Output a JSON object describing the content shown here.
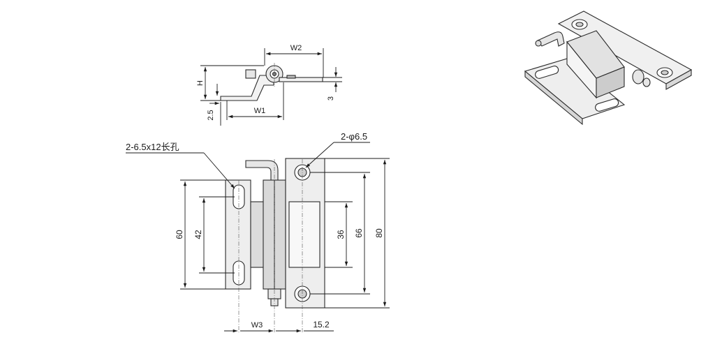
{
  "top_view": {
    "w2": "W2",
    "h": "H",
    "thickness": "3",
    "w1": "W1",
    "offset": "2.5"
  },
  "front_view": {
    "slot_note": "2-6.5x12长孔",
    "hole_note": "2-φ6.5",
    "left_span": "60",
    "slot_spacing": "42",
    "window_height": "36",
    "hole_spacing": "66",
    "total_height": "80",
    "w3": "W3",
    "pin_offset": "15.2"
  },
  "colors": {
    "line": "#1a1a1a",
    "leaf_fill": "#eeeeee",
    "knuckle_fill": "#d9d9d9"
  },
  "icons": [
    "isometric-hinge-icon"
  ]
}
